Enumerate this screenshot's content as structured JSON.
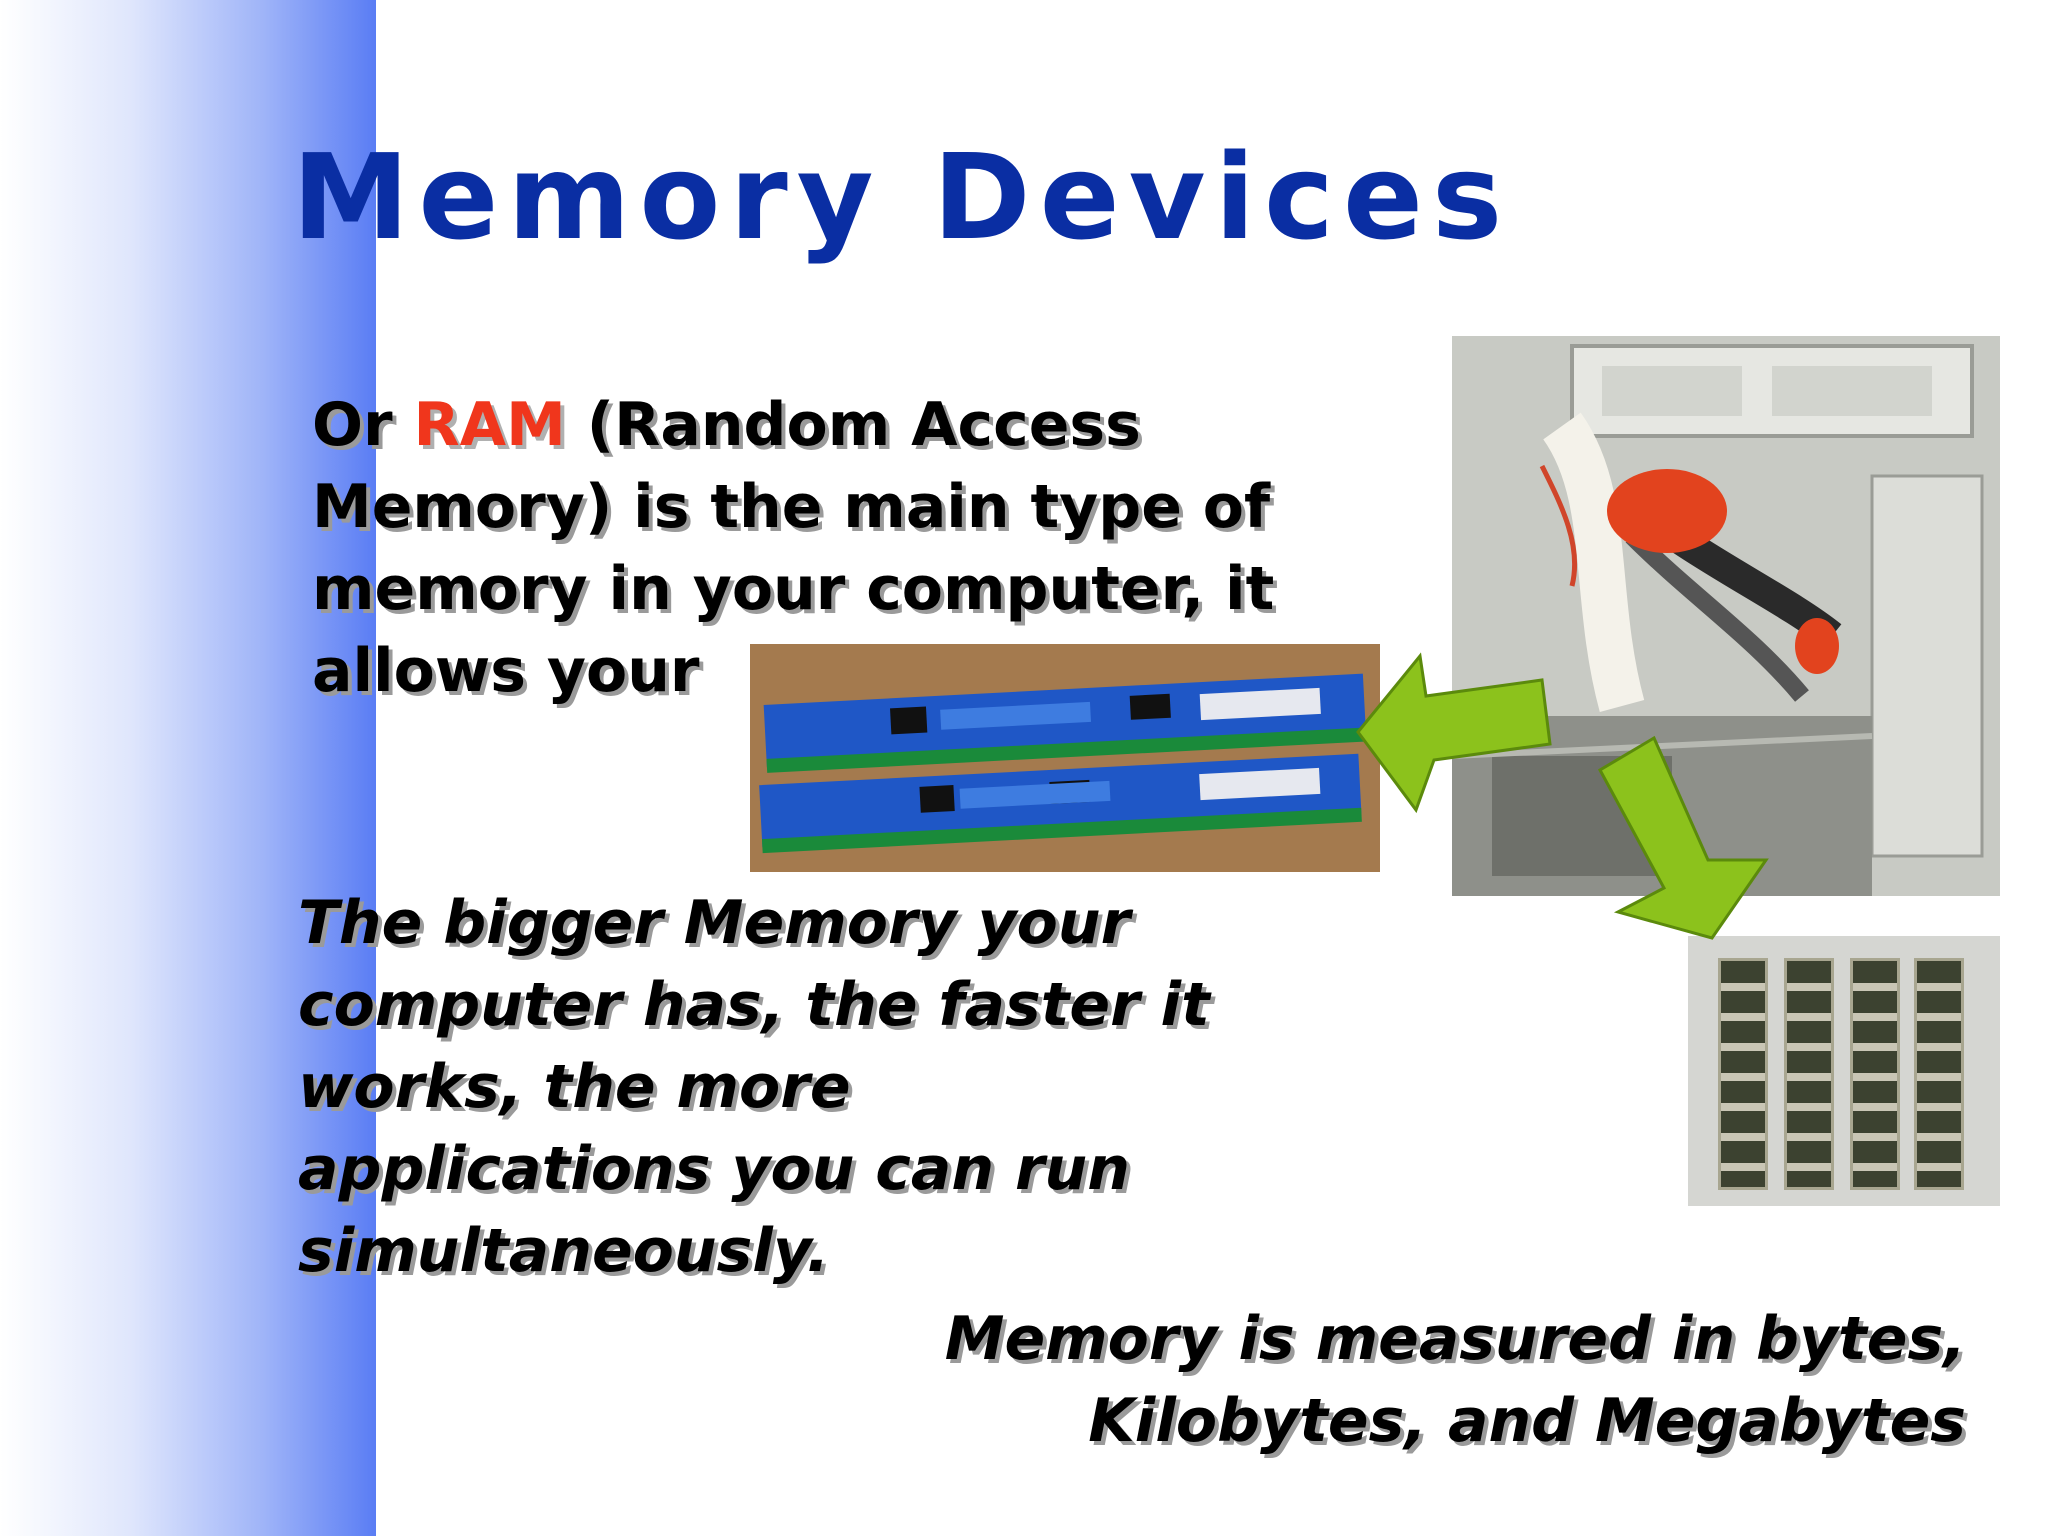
{
  "slide": {
    "title": "Memory Devices",
    "paragraph1": {
      "prefix": "Or ",
      "highlight": "RAM",
      "suffix": " (Random Access Memory) is the main type of memory in your computer, it allows your"
    },
    "paragraph2": "The bigger Memory your computer has, the faster it works, the more applications you can run simultaneously.",
    "paragraph3_line1": "Memory is measured in bytes,",
    "paragraph3_line2": "Kilobytes, and Megabytes"
  },
  "colors": {
    "title": "#0a2ea3",
    "highlight": "#f0361c",
    "arrow": "#8cc21c",
    "band": "#5a7df4"
  },
  "images": {
    "case": "computer-case-interior-photo",
    "ram_modules": "ram-sticks-photo",
    "sims": "memory-modules-photo"
  }
}
